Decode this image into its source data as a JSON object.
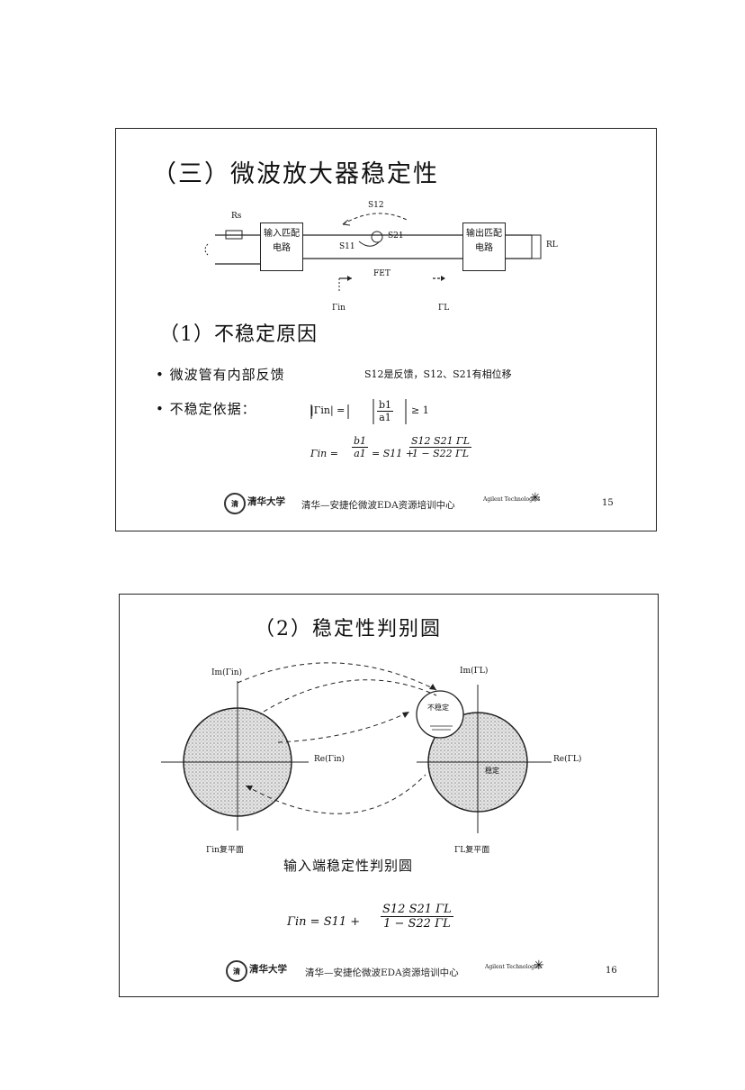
{
  "slide1": {
    "title": "（三）微波放大器稳定性",
    "diagram": {
      "rs_label": "Rs",
      "input_box": "输入匹配电路",
      "output_box": "输出匹配电路",
      "rl_label": "RL",
      "s12_label": "S12",
      "s11_label": "S11",
      "s21_label": "S21",
      "fet_label": "FET",
      "gamma_in_label": "Γin",
      "gamma_l_label": "ΓL"
    },
    "subtitle": "（1）不稳定原因",
    "bullet1": "• 微波管有内部反馈",
    "bullet1_note": "S12是反馈，S12、S21有相位移",
    "bullet2": "• 不稳定依据：",
    "criterion": {
      "lhs": "|Γin| =",
      "frac_num": "b1",
      "frac_den": "a1",
      "rhs": "≥ 1"
    },
    "formula": {
      "lhs": "Γin =",
      "frac1_num": "b1",
      "frac1_den": "a1",
      "mid": "= S11 +",
      "frac2_num": "S12 S21 ΓL",
      "frac2_den": "1 − S22 ΓL"
    },
    "footer_logo": "清华大学",
    "footer_text": "清华—安捷伦微波EDA资源培训中心",
    "footer_brand": "Agilent Technologies",
    "page": "15"
  },
  "slide2": {
    "title": "（2）稳定性判别圆",
    "left_im_label": "Im(Γin)",
    "left_re_label": "Re(Γin)",
    "right_im_label": "Im(ΓL)",
    "right_re_label": "Re(ΓL)",
    "unstable_label": "不稳定",
    "stable_label": "稳定",
    "left_plane_label": "Γin复平面",
    "right_plane_label": "ΓL复平面",
    "caption": "输入端稳定性判别圆",
    "formula": {
      "lhs": "Γin = S11 +",
      "frac_num": "S12 S21 ΓL",
      "frac_den": "1 − S22 ΓL"
    },
    "footer_logo": "清华大学",
    "footer_text": "清华—安捷伦微波EDA资源培训中心",
    "footer_brand": "Agilent Technologies",
    "page": "16"
  }
}
